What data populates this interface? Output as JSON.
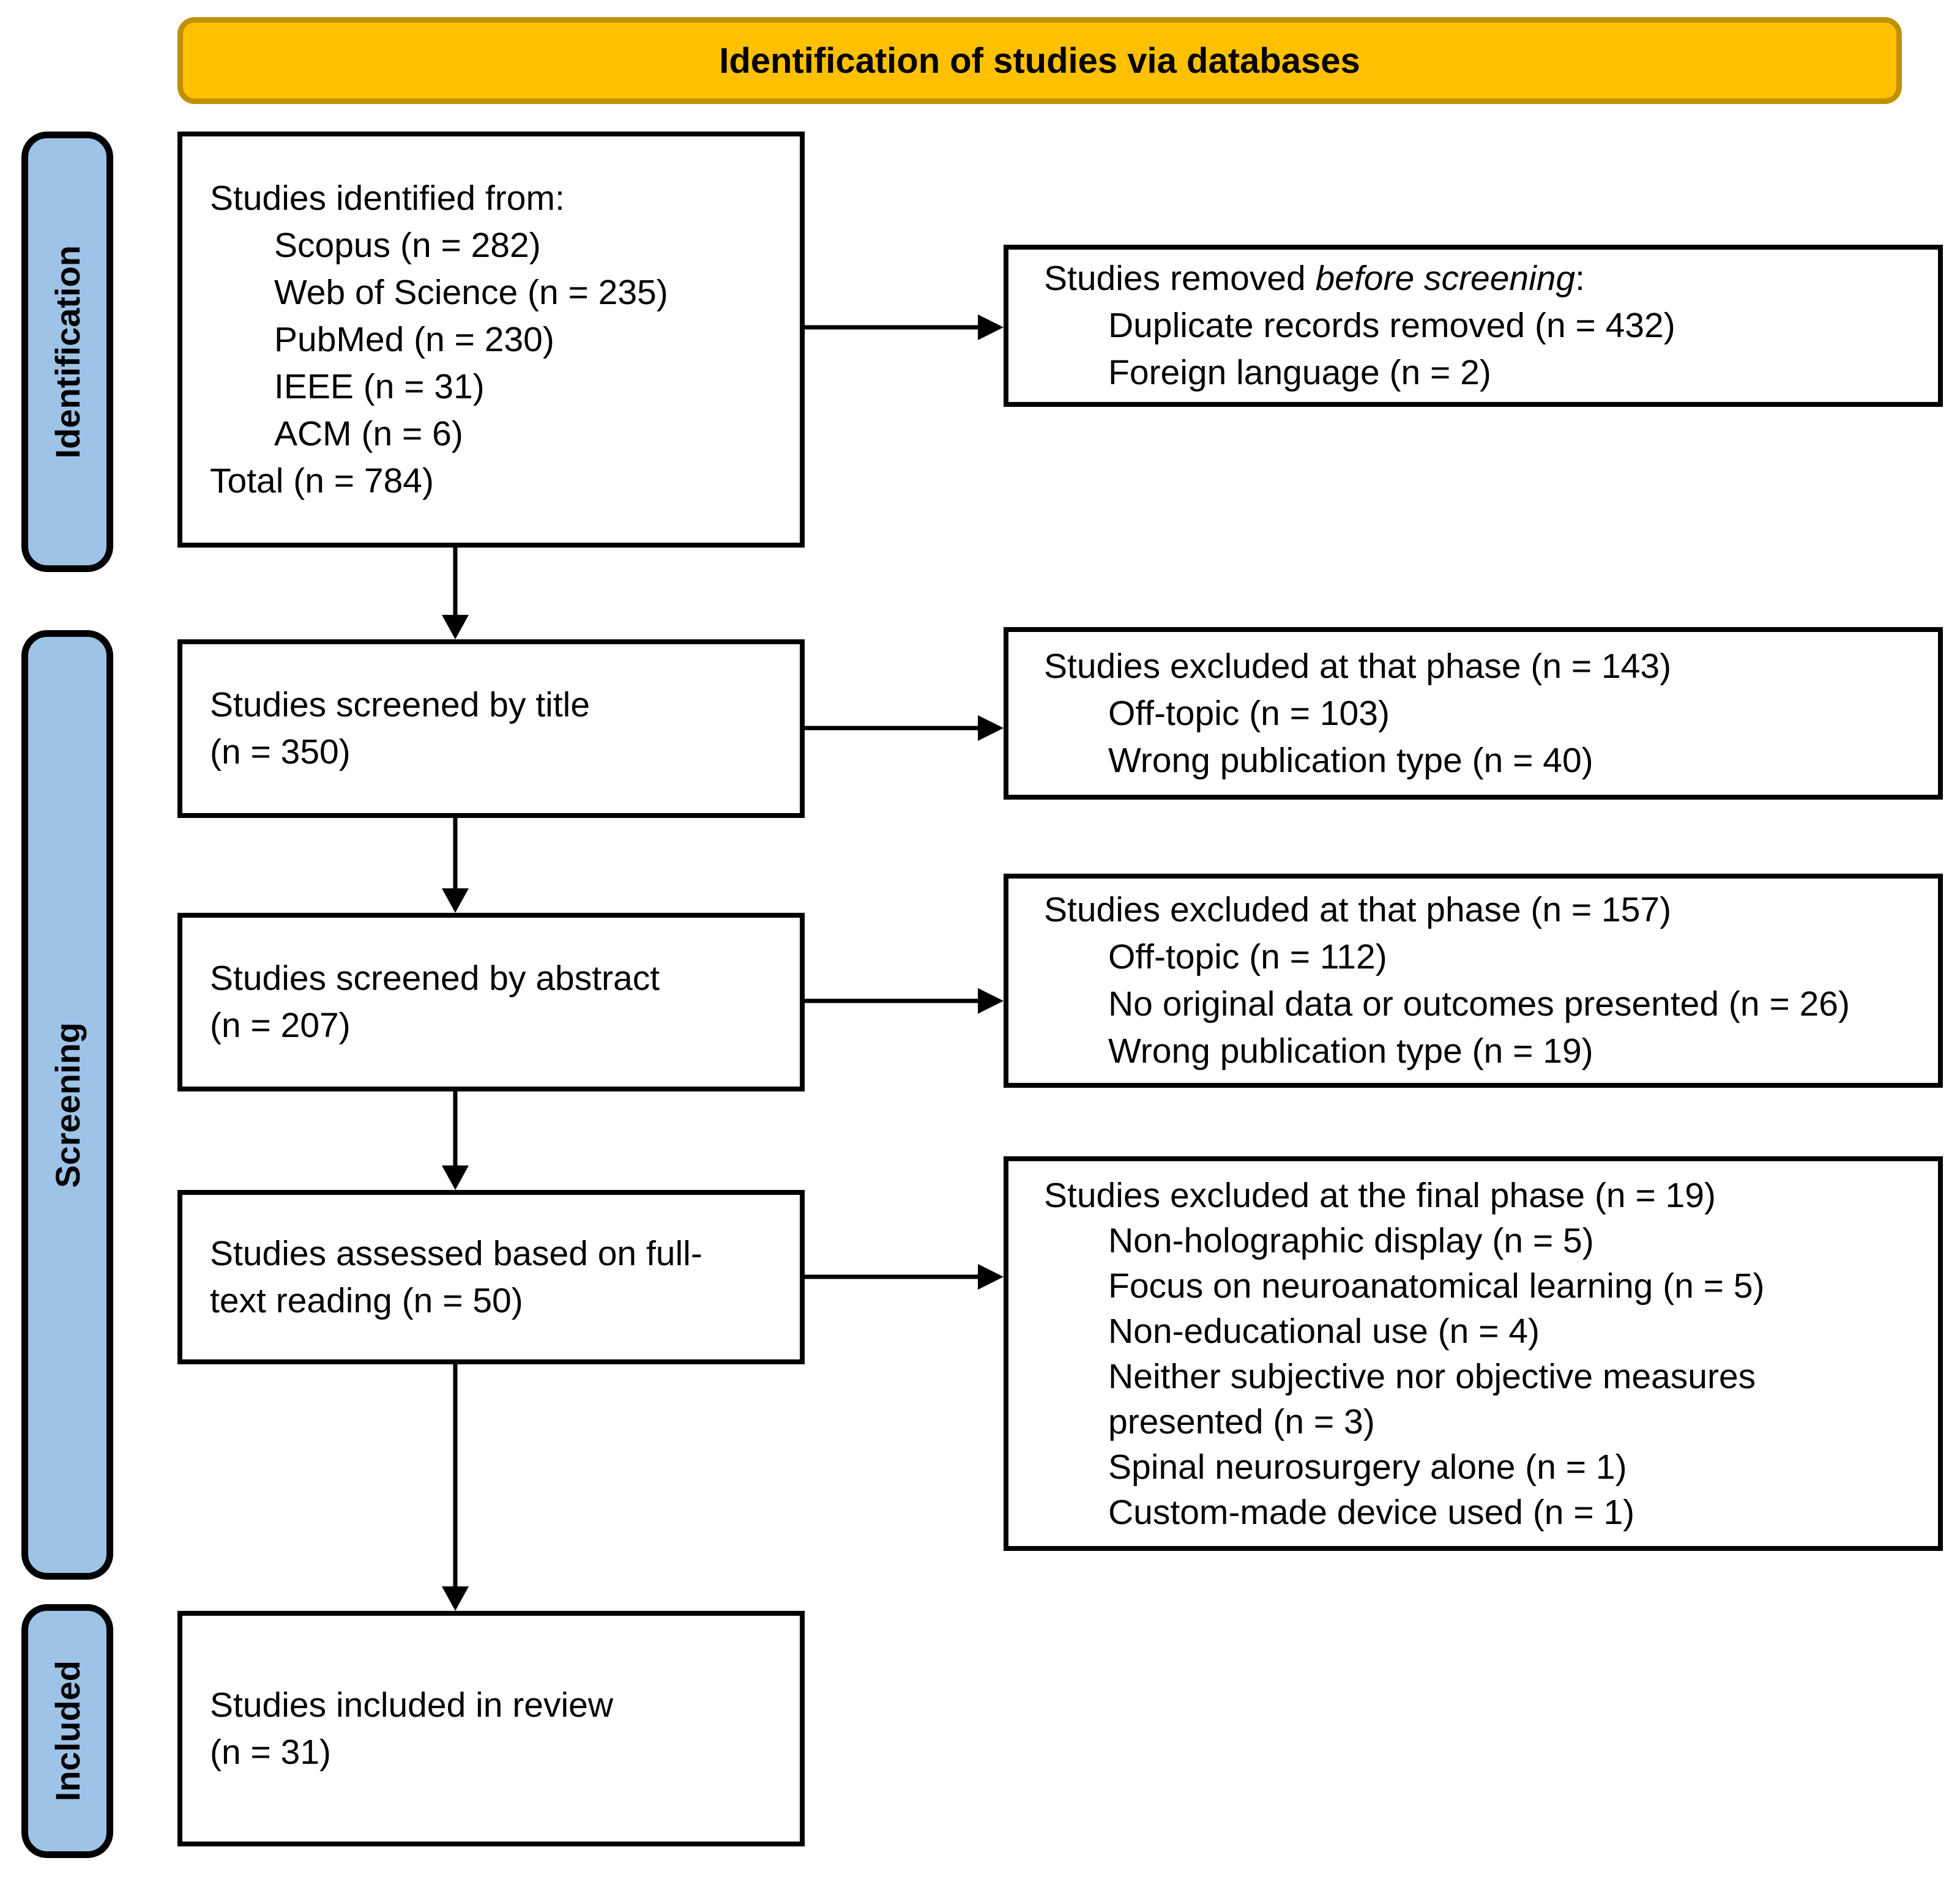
{
  "banner": {
    "title": "Identification of studies via databases"
  },
  "colors": {
    "banner_fill": "#FFC000",
    "banner_border": "#BF9000",
    "stage_fill": "#9DC3E6",
    "border": "#000000",
    "text": "#000000"
  },
  "stages": [
    {
      "label": "Identification"
    },
    {
      "label": "Screening"
    },
    {
      "label": "Included"
    }
  ],
  "flow": [
    {
      "name": "studies-identified",
      "lines": [
        {
          "t": "Studies identified from:"
        },
        {
          "t": "Scopus (n = 282)"
        },
        {
          "t": "Web of Science (n = 235)"
        },
        {
          "t": "PubMed (n = 230)"
        },
        {
          "t": "IEEE (n = 31)"
        },
        {
          "t": "ACM (n = 6)"
        },
        {
          "t": "Total (n = 784)"
        }
      ]
    },
    {
      "name": "screened-by-title",
      "lines": [
        {
          "t": "Studies screened by title"
        },
        {
          "t": "(n = 350)"
        }
      ]
    },
    {
      "name": "screened-by-abstract",
      "lines": [
        {
          "t": "Studies screened by abstract"
        },
        {
          "t": "(n = 207)"
        }
      ]
    },
    {
      "name": "assessed-full-text",
      "lines": [
        {
          "t": "Studies assessed based on full-"
        },
        {
          "t": "text reading (n = 50)"
        }
      ]
    },
    {
      "name": "included-in-review",
      "lines": [
        {
          "t": "Studies included in review"
        },
        {
          "t": "(n = 31)"
        }
      ]
    }
  ],
  "exclusions": [
    {
      "header": {
        "prefix": "Studies removed ",
        "italic": "before screening",
        "suffix": ":"
      },
      "items": [
        "Duplicate records removed (n = 432)",
        "Foreign language (n = 2)"
      ]
    },
    {
      "header": {
        "prefix": "Studies excluded at that phase (n = 143)",
        "italic": "",
        "suffix": ""
      },
      "items": [
        "Off-topic (n = 103)",
        "Wrong publication type (n = 40)"
      ]
    },
    {
      "header": {
        "prefix": "Studies excluded at that phase (n = 157)",
        "italic": "",
        "suffix": ""
      },
      "items": [
        "Off-topic (n = 112)",
        "No original data or outcomes presented (n = 26)",
        "Wrong publication type (n = 19)"
      ]
    },
    {
      "header": {
        "prefix": "Studies excluded at the final phase (n = 19)",
        "italic": "",
        "suffix": ""
      },
      "items": [
        "Non-holographic display (n = 5)",
        "Focus on neuroanatomical learning (n = 5)",
        "Non-educational use (n = 4)",
        "Neither subjective nor objective measures presented (n = 3)",
        "Spinal neurosurgery alone (n = 1)",
        "Custom-made device used (n = 1)"
      ]
    }
  ]
}
